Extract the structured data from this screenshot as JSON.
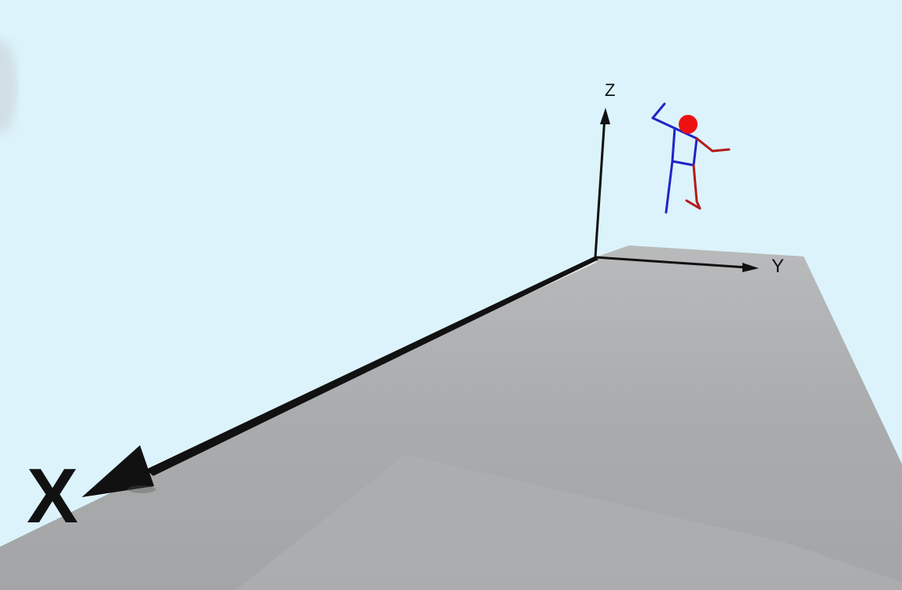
{
  "scene": {
    "axes": {
      "x_label": "X",
      "y_label": "Y",
      "z_label": "Z"
    },
    "colors": {
      "sky": "#dcf3fb",
      "floor": "#a7a9ab",
      "floor_light": "#b4b5b6",
      "axis": "#111111",
      "figure_left_side": "#1f25c8",
      "figure_right_side": "#b21b1b",
      "figure_head": "#ee1111"
    }
  }
}
